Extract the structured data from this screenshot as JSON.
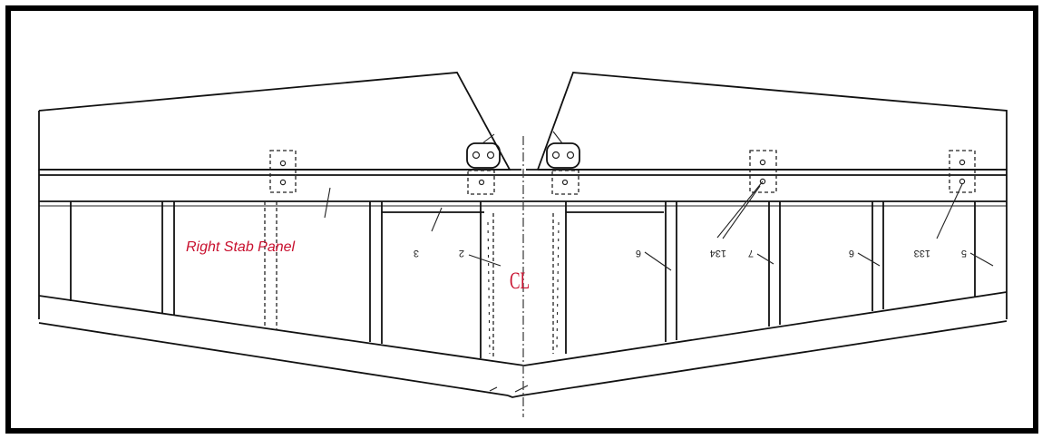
{
  "labels": {
    "panel": "Right Stab Panel",
    "centerline": "CL"
  },
  "part_numbers": [
    "3",
    "2",
    "6",
    "134",
    "7",
    "6",
    "133",
    "5"
  ],
  "colors": {
    "annotation": "#c8102e",
    "linework": "#111111",
    "frame": "#000000"
  }
}
